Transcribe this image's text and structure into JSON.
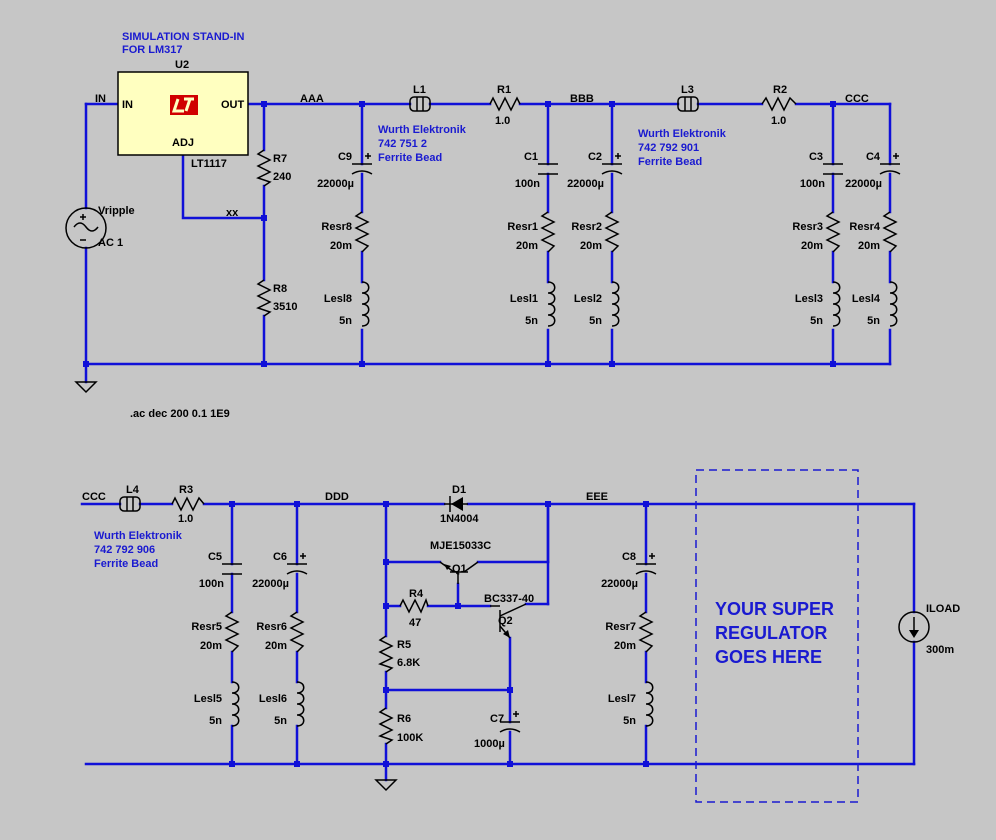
{
  "notes": {
    "standin_line1": "SIMULATION STAND-IN",
    "standin_line2": "FOR  LM317",
    "spice_directive": ".ac dec 200 0.1 1E9",
    "wurth1_line1": "Wurth Elektronik",
    "wurth1_line2": "742 751 2",
    "wurth1_line3": "Ferrite Bead",
    "wurth2_line1": "Wurth Elektronik",
    "wurth2_line2": "742 792 901",
    "wurth2_line3": "Ferrite Bead",
    "wurth3_line1": "Wurth Elektronik",
    "wurth3_line2": "742 792 906",
    "wurth3_line3": "Ferrite Bead",
    "super_line1": "YOUR SUPER",
    "super_line2": "REGULATOR",
    "super_line3": "GOES HERE"
  },
  "nets": {
    "in": "IN",
    "aaa": "AAA",
    "bbb": "BBB",
    "ccc_top": "CCC",
    "xx": "xx",
    "ccc_bottom": "CCC",
    "ddd": "DDD",
    "eee": "EEE"
  },
  "parts": {
    "u2": {
      "ref": "U2",
      "model": "LT1117",
      "pin_in": "IN",
      "pin_out": "OUT",
      "pin_adj": "ADJ",
      "logo": "LT"
    },
    "vripple": {
      "ref": "Vripple",
      "value": "AC 1"
    },
    "r7": {
      "ref": "R7",
      "value": "240"
    },
    "r8": {
      "ref": "R8",
      "value": "3510"
    },
    "c9": {
      "ref": "C9",
      "value": "22000µ"
    },
    "resr8": {
      "ref": "Resr8",
      "value": "20m"
    },
    "lesl8": {
      "ref": "Lesl8",
      "value": "5n"
    },
    "l1": {
      "ref": "L1"
    },
    "r1": {
      "ref": "R1",
      "value": "1.0"
    },
    "c1": {
      "ref": "C1",
      "value": "100n"
    },
    "resr1": {
      "ref": "Resr1",
      "value": "20m"
    },
    "lesl1": {
      "ref": "Lesl1",
      "value": "5n"
    },
    "c2": {
      "ref": "C2",
      "value": "22000µ"
    },
    "resr2": {
      "ref": "Resr2",
      "value": "20m"
    },
    "lesl2": {
      "ref": "Lesl2",
      "value": "5n"
    },
    "l3": {
      "ref": "L3"
    },
    "r2": {
      "ref": "R2",
      "value": "1.0"
    },
    "c3": {
      "ref": "C3",
      "value": "100n"
    },
    "resr3": {
      "ref": "Resr3",
      "value": "20m"
    },
    "lesl3": {
      "ref": "Lesl3",
      "value": "5n"
    },
    "c4": {
      "ref": "C4",
      "value": "22000µ"
    },
    "resr4": {
      "ref": "Resr4",
      "value": "20m"
    },
    "lesl4": {
      "ref": "Lesl4",
      "value": "5n"
    },
    "l4": {
      "ref": "L4"
    },
    "r3": {
      "ref": "R3",
      "value": "1.0"
    },
    "c5": {
      "ref": "C5",
      "value": "100n"
    },
    "resr5": {
      "ref": "Resr5",
      "value": "20m"
    },
    "lesl5": {
      "ref": "Lesl5",
      "value": "5n"
    },
    "c6": {
      "ref": "C6",
      "value": "22000µ"
    },
    "resr6": {
      "ref": "Resr6",
      "value": "20m"
    },
    "lesl6": {
      "ref": "Lesl6",
      "value": "5n"
    },
    "d1": {
      "ref": "D1",
      "value": "1N4004"
    },
    "q1": {
      "ref": "Q1",
      "value": "MJE15033C"
    },
    "q2": {
      "ref": "Q2",
      "value": "BC337-40"
    },
    "r4": {
      "ref": "R4",
      "value": "47"
    },
    "r5": {
      "ref": "R5",
      "value": "6.8K"
    },
    "r6": {
      "ref": "R6",
      "value": "100K"
    },
    "c7": {
      "ref": "C7",
      "value": "1000µ"
    },
    "c8": {
      "ref": "C8",
      "value": "22000µ"
    },
    "resr7": {
      "ref": "Resr7",
      "value": "20m"
    },
    "lesl7": {
      "ref": "Lesl7",
      "value": "5n"
    },
    "iload": {
      "ref": "ILOAD",
      "value": "300m"
    }
  },
  "colors": {
    "background": "#c6c6c6",
    "wire": "#1010d8",
    "component": "#000000",
    "annotation": "#1a1ad0",
    "ic_fill": "#ffffc0",
    "lt_logo": "#d00000"
  }
}
